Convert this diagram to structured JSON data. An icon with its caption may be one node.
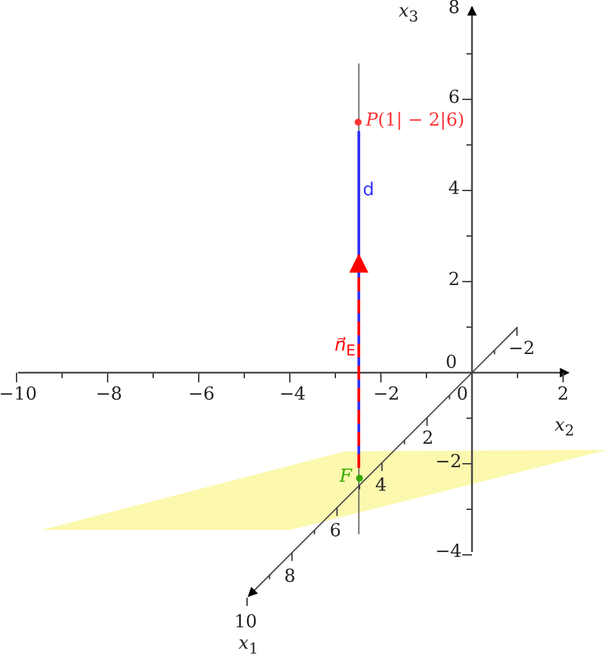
{
  "diagram": {
    "nodes": [
      {
        "text": [
          "*P*(1| − 2|6)"
        ]
      },
      {
        "text": [
          "*F*"
        ]
      }
    ],
    "edges": [
      {
        "from": 0,
        "to": 1,
        "arrow": "none",
        "label": "d",
        "color": "#3333ff"
      },
      {
        "from": 1,
        "to": null,
        "arrow": "to",
        "label": "*n⃗*$_{E}$",
        "color": "#ff0000",
        "style": "dashed"
      }
    ],
    "labels": [
      "*x*$_{3}$",
      "8",
      "6",
      "4",
      "2",
      "−2",
      "0",
      "−10",
      "−8",
      "−6",
      "−4",
      "−2",
      "0",
      "2",
      "*x*$_{2}$",
      "2",
      "−2",
      "4",
      "6",
      "−4",
      "8",
      "10",
      "*x*$_{1}$"
    ]
  }
}
